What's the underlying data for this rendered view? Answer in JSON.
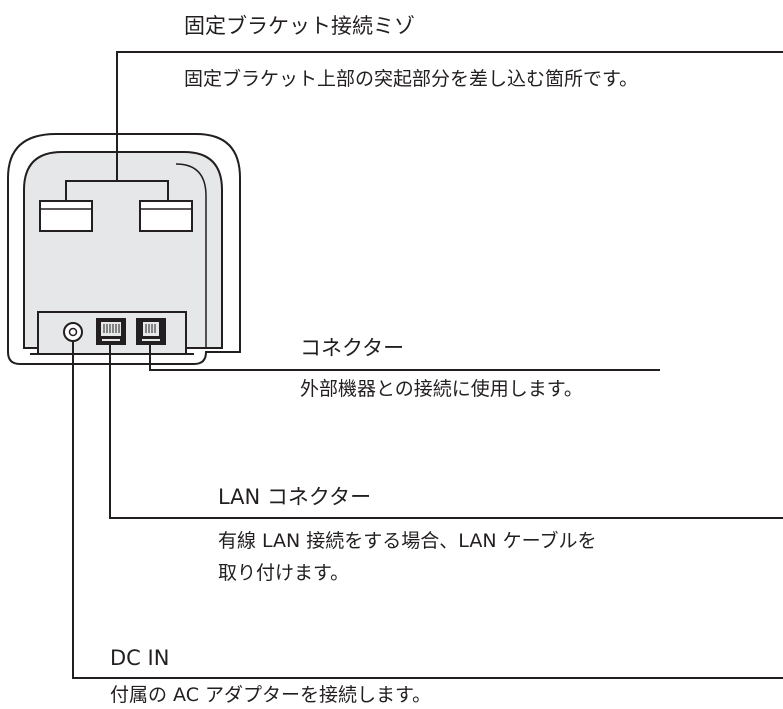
{
  "callouts": {
    "bracket_groove": {
      "title": "固定ブラケット接続ミゾ",
      "description": "固定ブラケット上部の突起部分を差し込む箇所です。"
    },
    "connector": {
      "title": "コネクター",
      "description": "外部機器との接続に使用します。"
    },
    "lan_connector": {
      "title": "LAN コネクター",
      "description_line1": "有線 LAN 接続をする場合、LAN ケーブルを",
      "description_line2": "取り付けます。"
    },
    "dc_in": {
      "title": "DC IN",
      "description": "付属の AC アダプターを接続します。"
    }
  },
  "colors": {
    "line": "#231f20",
    "panel_fill": "#e6e7e8",
    "port_fill": "#231f20",
    "body_fill": "#ffffff"
  }
}
